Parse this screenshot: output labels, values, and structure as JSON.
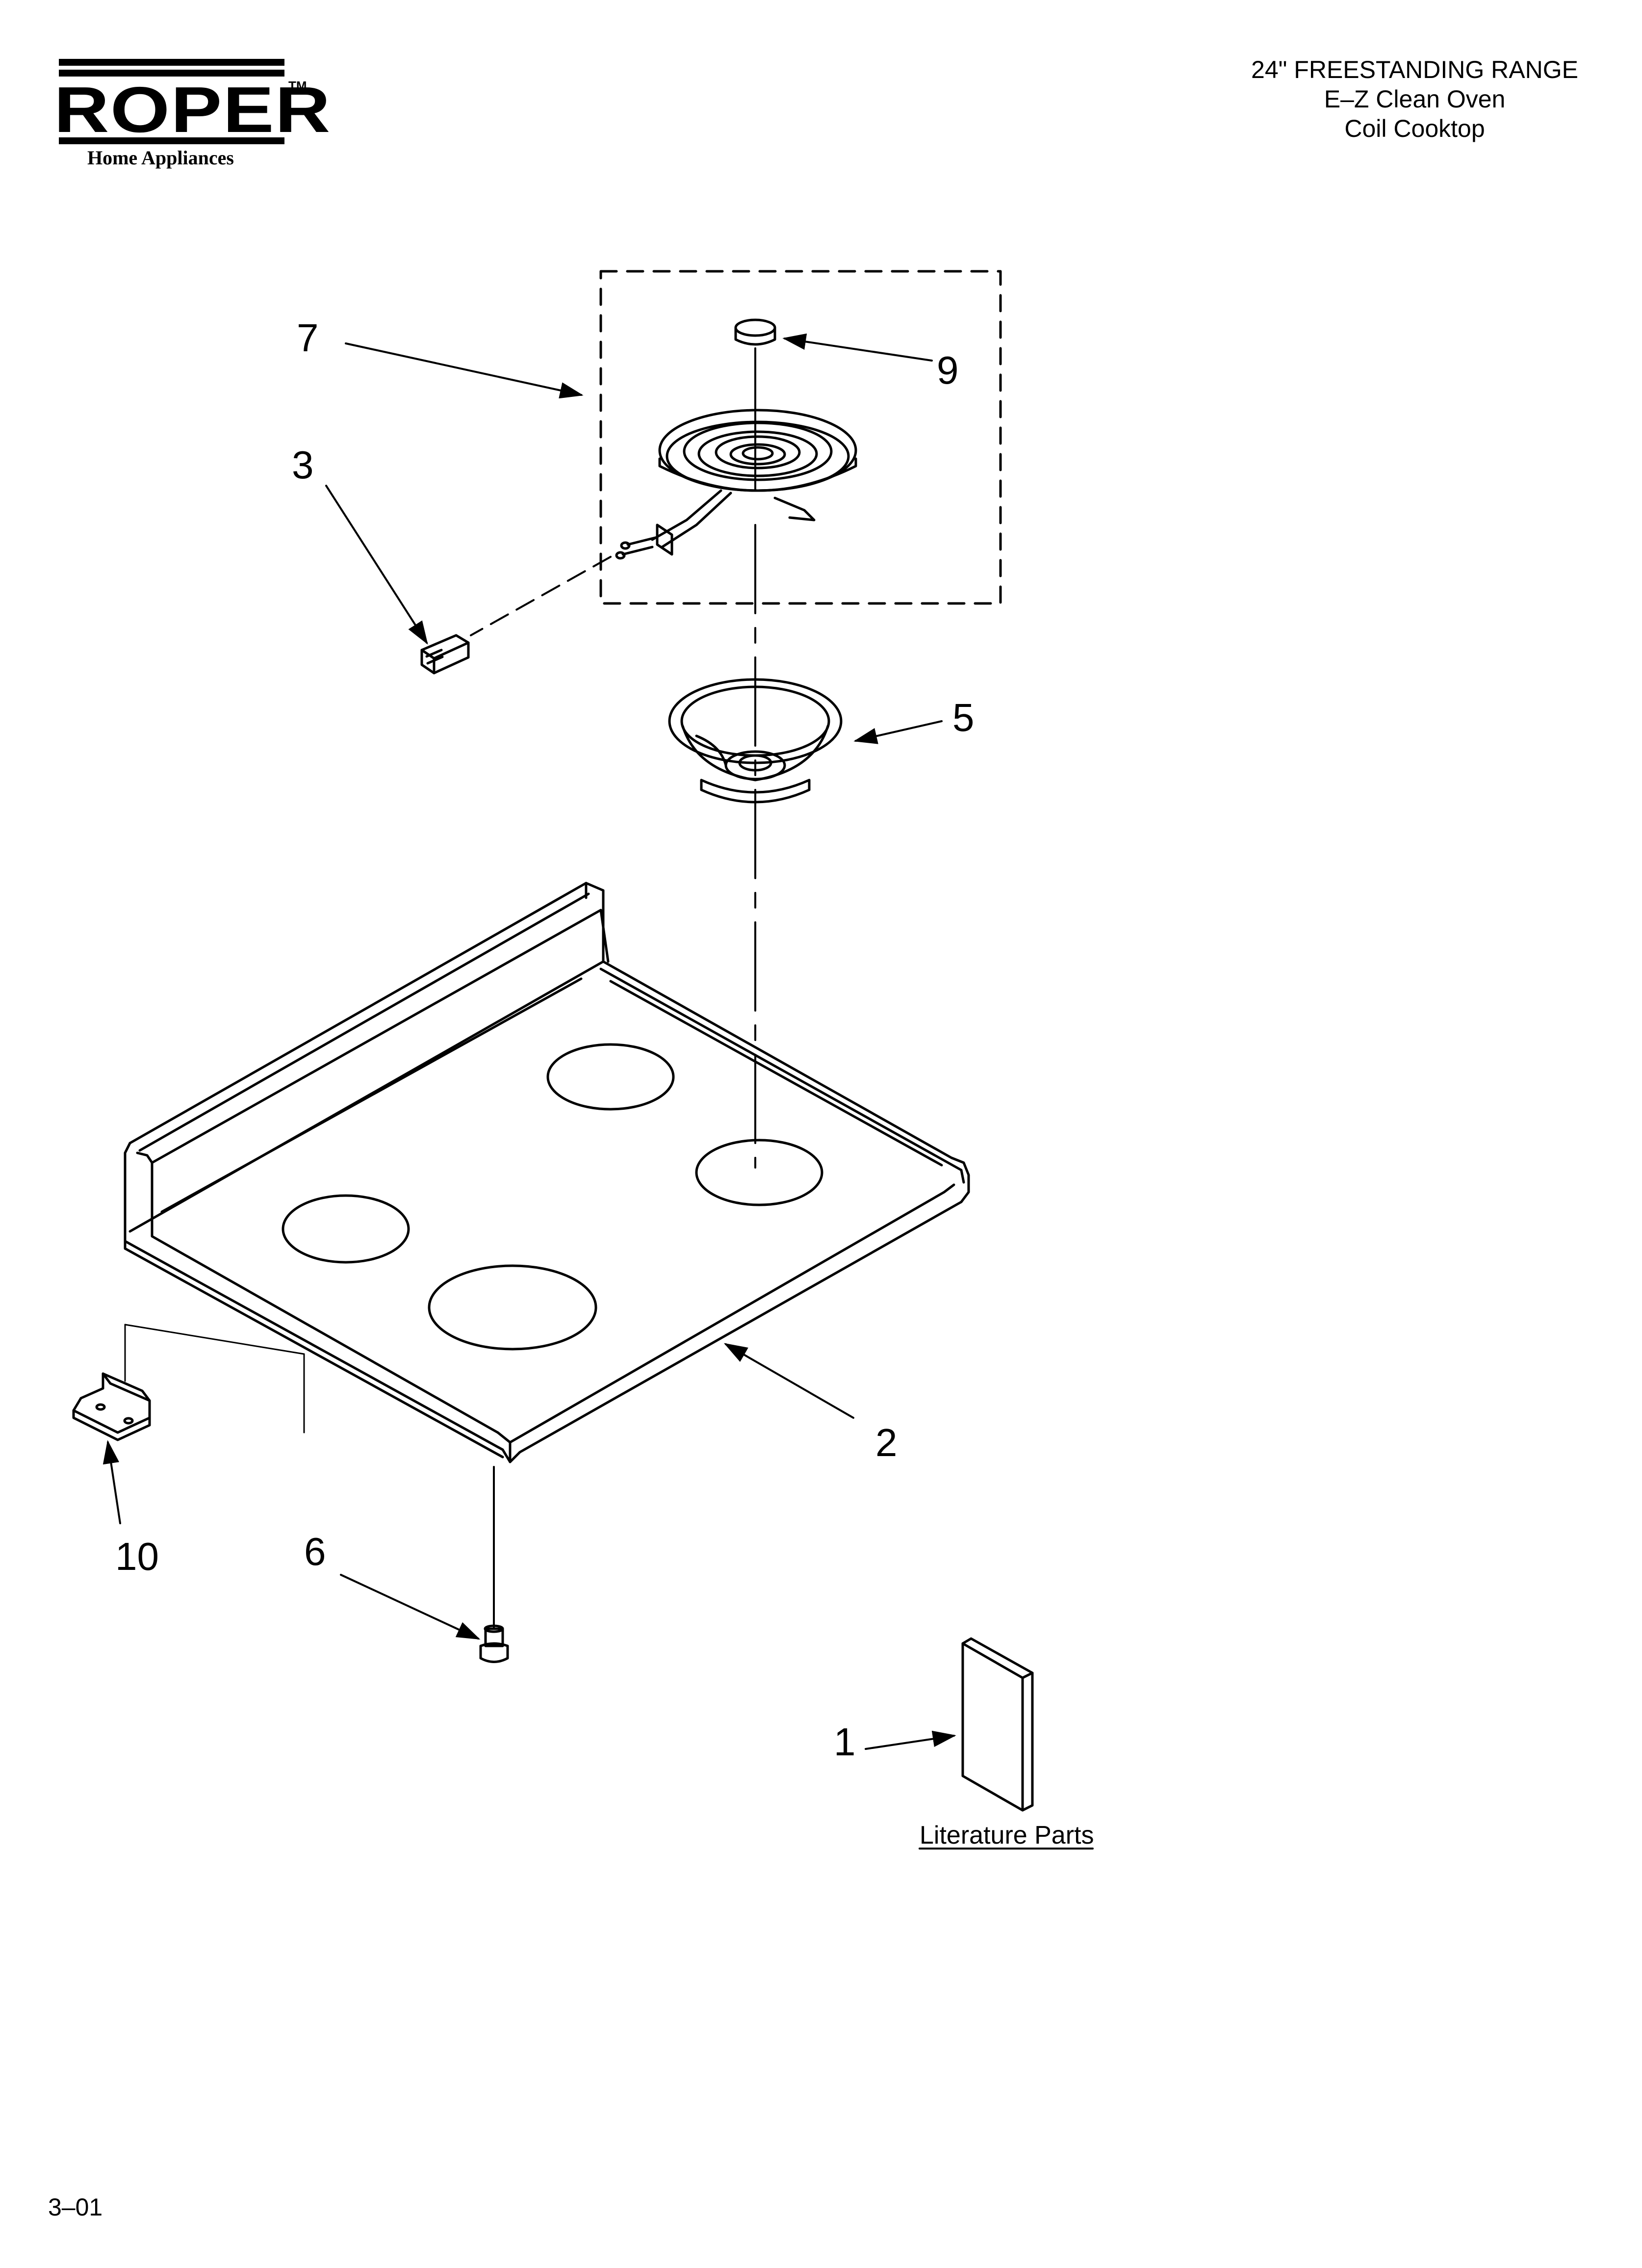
{
  "brand": {
    "name": "ROPER",
    "trademark": "TM",
    "tagline": "Home Appliances"
  },
  "header": {
    "line1": "24\" FREESTANDING RANGE",
    "line2": "E–Z Clean Oven",
    "line3": "Coil Cooktop"
  },
  "callouts": {
    "c1": "1",
    "c2": "2",
    "c3": "3",
    "c5": "5",
    "c6": "6",
    "c7": "7",
    "c9": "9",
    "c10": "10"
  },
  "literature_label": "Literature Parts",
  "page_number": "3–01",
  "colors": {
    "ink": "#000000",
    "paper": "#ffffff"
  }
}
